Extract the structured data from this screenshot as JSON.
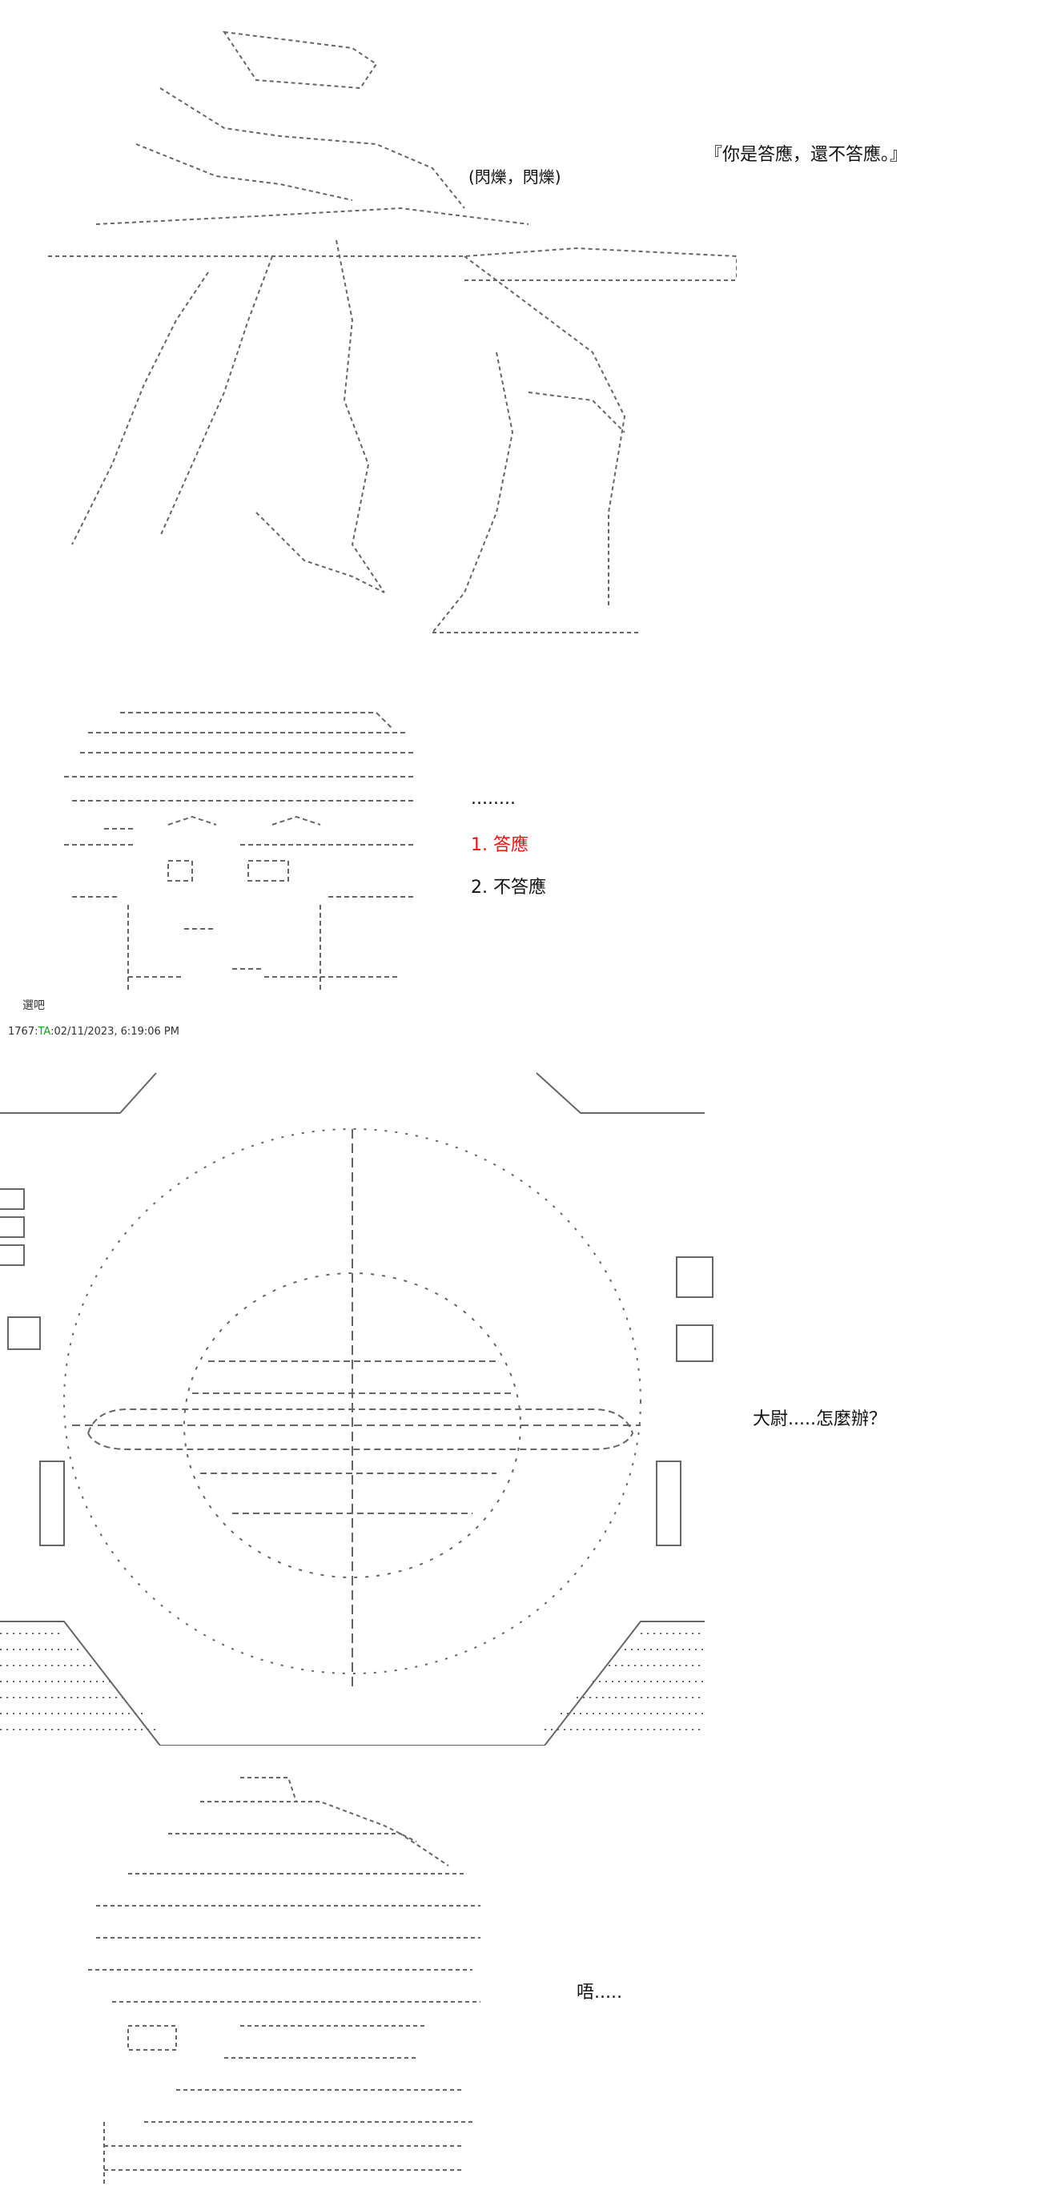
{
  "panel1": {
    "quote": "『你是答應，還不答應。』",
    "sfx": "(閃爍，閃爍)"
  },
  "panel2": {
    "dots": "........",
    "choice1": "1. 答應",
    "choice2": "2. 不答應",
    "note": "選吧"
  },
  "post": {
    "number": "1767",
    "sep": ":",
    "author": "TA",
    "timestamp": ":02/11/2023, 6:19:06 PM"
  },
  "panel3": {
    "line": "大尉.....怎麼辦？"
  },
  "panel4": {
    "line": "唔....."
  },
  "colors": {
    "text": "#111111",
    "highlight": "#ee1111",
    "author": "#1a9a1a",
    "art": "#555555"
  }
}
